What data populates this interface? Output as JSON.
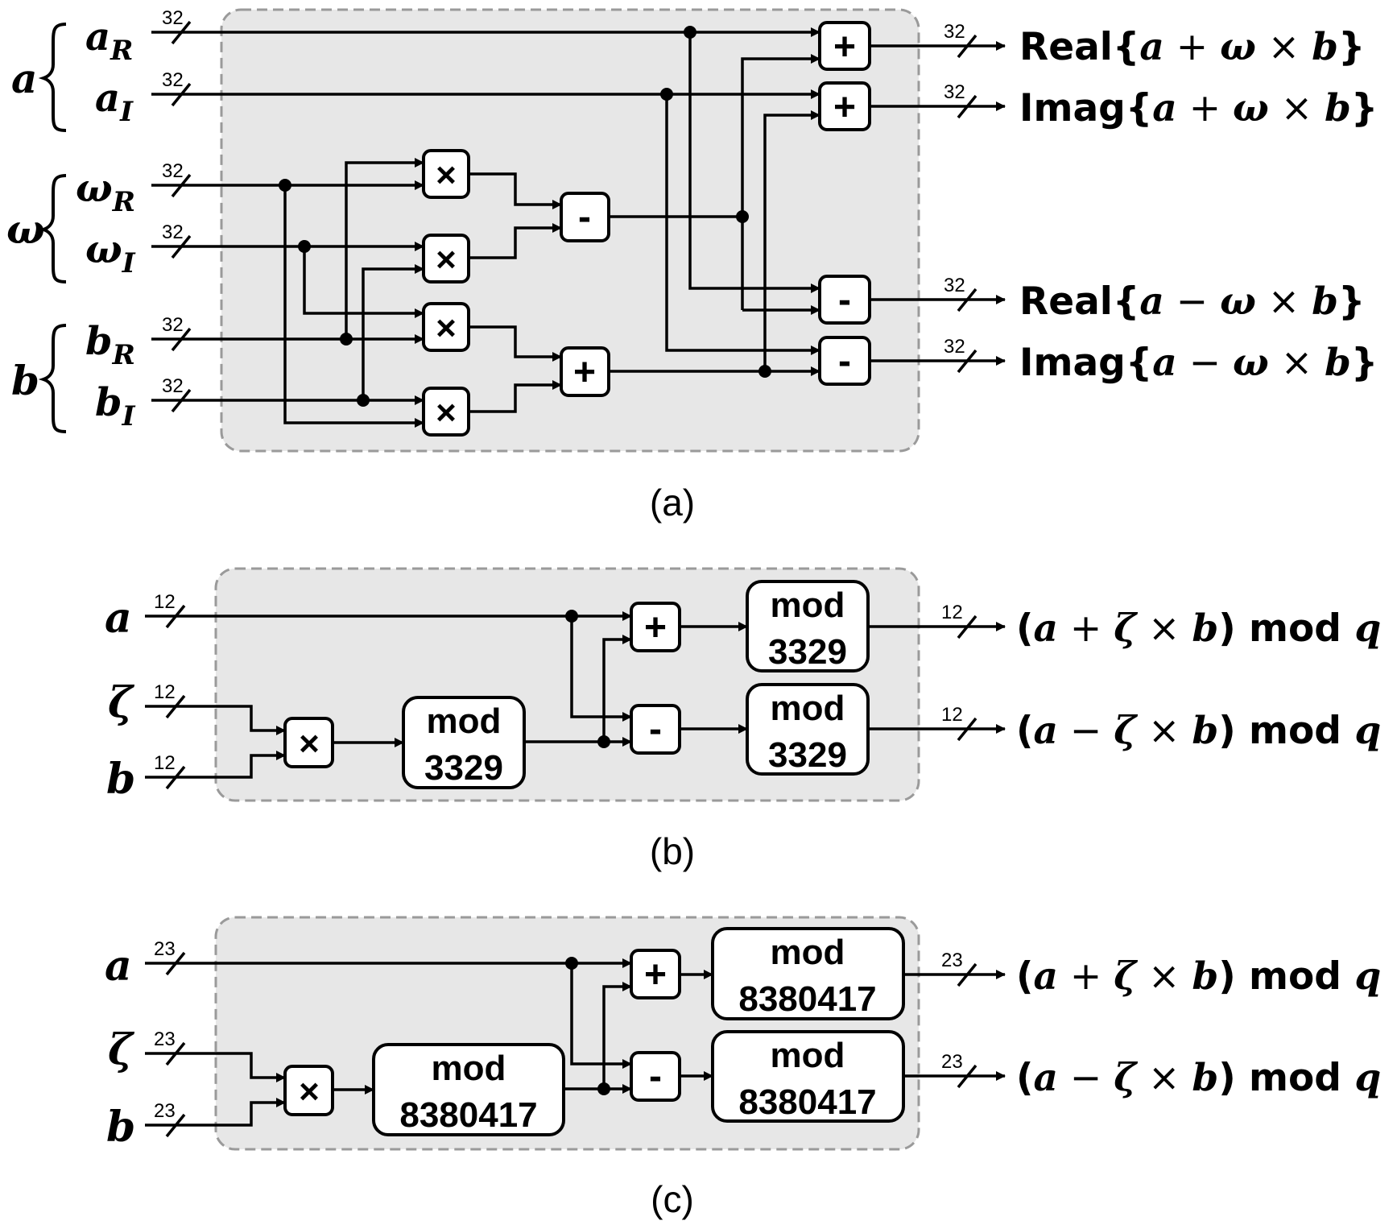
{
  "diagram_a": {
    "caption": "(a)",
    "bit_width": "32",
    "groups": [
      {
        "symbol": "a",
        "inputs": [
          {
            "base": "a",
            "sub": "R"
          },
          {
            "base": "a",
            "sub": "I"
          }
        ]
      },
      {
        "symbol": "ω",
        "inputs": [
          {
            "base": "ω",
            "sub": "R"
          },
          {
            "base": "ω",
            "sub": "I"
          }
        ]
      },
      {
        "symbol": "b",
        "inputs": [
          {
            "base": "b",
            "sub": "R"
          },
          {
            "base": "b",
            "sub": "I"
          }
        ]
      }
    ],
    "ops": {
      "mul": "×",
      "add": "+",
      "sub": "-"
    },
    "outputs": [
      {
        "prefix": "Real{",
        "a": "a",
        "op": " + ",
        "w": "ω",
        "times": " × ",
        "b": "b",
        "suffix": "}"
      },
      {
        "prefix": "Imag{",
        "a": "a",
        "op": " + ",
        "w": "ω",
        "times": " × ",
        "b": "b",
        "suffix": "}"
      },
      {
        "prefix": "Real{",
        "a": "a",
        "op": " − ",
        "w": "ω",
        "times": " × ",
        "b": "b",
        "suffix": "}"
      },
      {
        "prefix": "Imag{",
        "a": "a",
        "op": " − ",
        "w": "ω",
        "times": " × ",
        "b": "b",
        "suffix": "}"
      }
    ]
  },
  "diagram_b": {
    "caption": "(b)",
    "bit_width": "12",
    "inputs": [
      "a",
      "ζ",
      "b"
    ],
    "mod_label": "mod",
    "modulus": "3329",
    "ops": {
      "mul": "×",
      "add": "+",
      "sub": "-"
    },
    "outputs": [
      {
        "open": "(",
        "a": "a",
        "op": " + ",
        "z": "ζ",
        "times": " × ",
        "b": "b",
        "close": ") mod ",
        "q": "q"
      },
      {
        "open": "(",
        "a": "a",
        "op": " − ",
        "z": "ζ",
        "times": " × ",
        "b": "b",
        "close": ") mod ",
        "q": "q"
      }
    ]
  },
  "diagram_c": {
    "caption": "(c)",
    "bit_width": "23",
    "inputs": [
      "a",
      "ζ",
      "b"
    ],
    "mod_label": "mod",
    "modulus": "8380417",
    "ops": {
      "mul": "×",
      "add": "+",
      "sub": "-"
    },
    "outputs": [
      {
        "open": "(",
        "a": "a",
        "op": " + ",
        "z": "ζ",
        "times": " × ",
        "b": "b",
        "close": ") mod ",
        "q": "q"
      },
      {
        "open": "(",
        "a": "a",
        "op": " − ",
        "z": "ζ",
        "times": " × ",
        "b": "b",
        "close": ") mod ",
        "q": "q"
      }
    ]
  }
}
